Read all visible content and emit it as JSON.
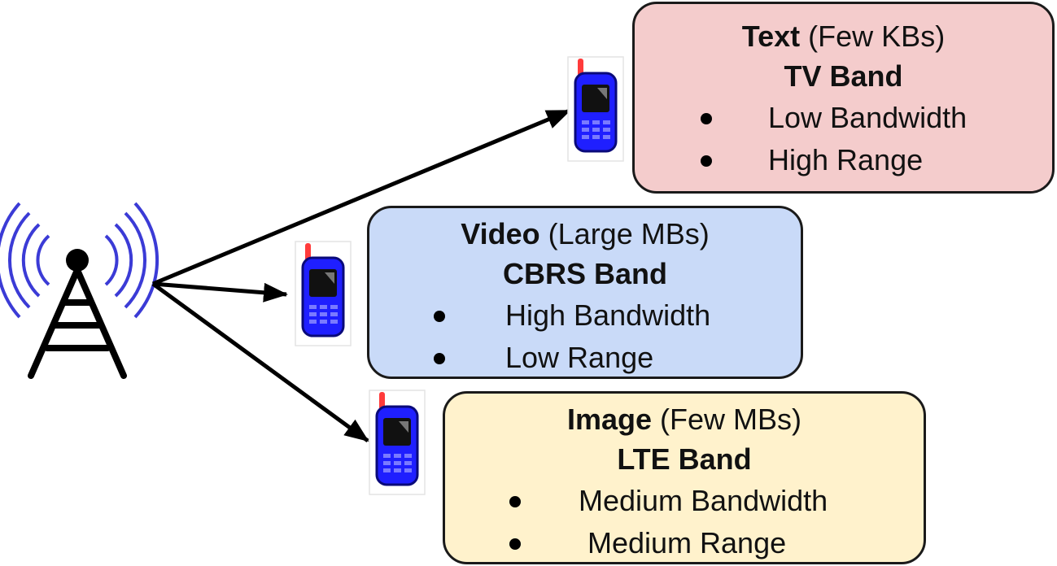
{
  "colors": {
    "text_box": "#f4cccc",
    "video_box": "#c9daf8",
    "image_box": "#fff2cc",
    "phone_body": "#1f1fff",
    "antenna_waves": "#3b3bd6",
    "ink": "#000000"
  },
  "icons": {
    "tower": "cell-tower-icon",
    "device": "mobile-phone-icon"
  },
  "boxes": [
    {
      "id": "text",
      "title": "Text",
      "size": "(Few KBs)",
      "band": "TV Band",
      "items": [
        "Low Bandwidth",
        "High Range"
      ]
    },
    {
      "id": "video",
      "title": "Video",
      "size": "(Large MBs)",
      "band": "CBRS Band",
      "items": [
        "High Bandwidth",
        "Low Range"
      ]
    },
    {
      "id": "image",
      "title": "Image",
      "size": "(Few MBs)",
      "band": "LTE Band",
      "items": [
        "Medium Bandwidth",
        "Medium Range"
      ]
    }
  ]
}
